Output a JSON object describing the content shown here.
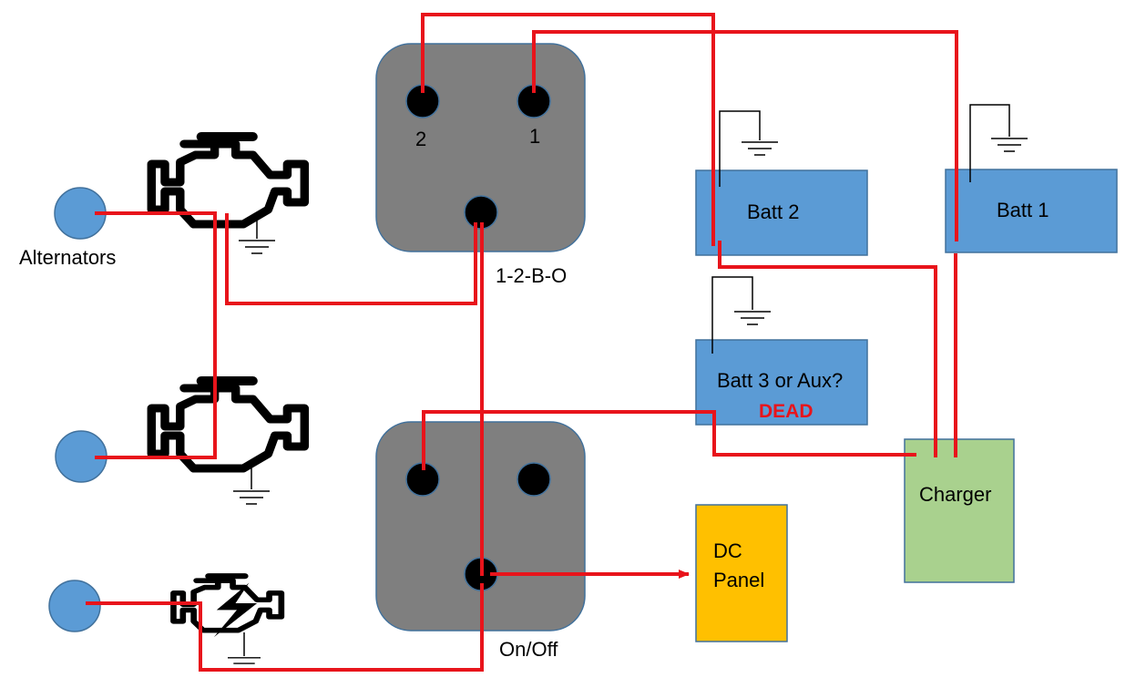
{
  "colors": {
    "wire": "#e8141b",
    "switch_body": "#7f7f7f",
    "switch_border": "#41719c",
    "terminal": "#000000",
    "battery_fill": "#5b9bd5",
    "battery_border": "#41719c",
    "charger_fill": "#a9d18e",
    "charger_border": "#41719c",
    "dc_panel_fill": "#ffc000",
    "dc_panel_border": "#41719c",
    "alternator_fill": "#5b9bd5",
    "alternator_border": "#41719c",
    "dead_text": "#e8141b"
  },
  "labels": {
    "alternators": "Alternators",
    "switch_main": "1-2-B-O",
    "switch_main_terminal_2": "2",
    "switch_main_terminal_1": "1",
    "switch_onoff": "On/Off",
    "batt_2": "Batt 2",
    "batt_1": "Batt 1",
    "batt_3": "Batt 3 or Aux?",
    "batt_3_status": "DEAD",
    "charger": "Charger",
    "dc_panel_line1": "DC",
    "dc_panel_line2": "Panel"
  },
  "icons": {
    "engine_1": "engine-icon",
    "engine_2": "engine-icon",
    "engine_3": "engine-electrical-icon",
    "ground": "ground-symbol-icon",
    "arrow": "arrow-right-icon"
  }
}
